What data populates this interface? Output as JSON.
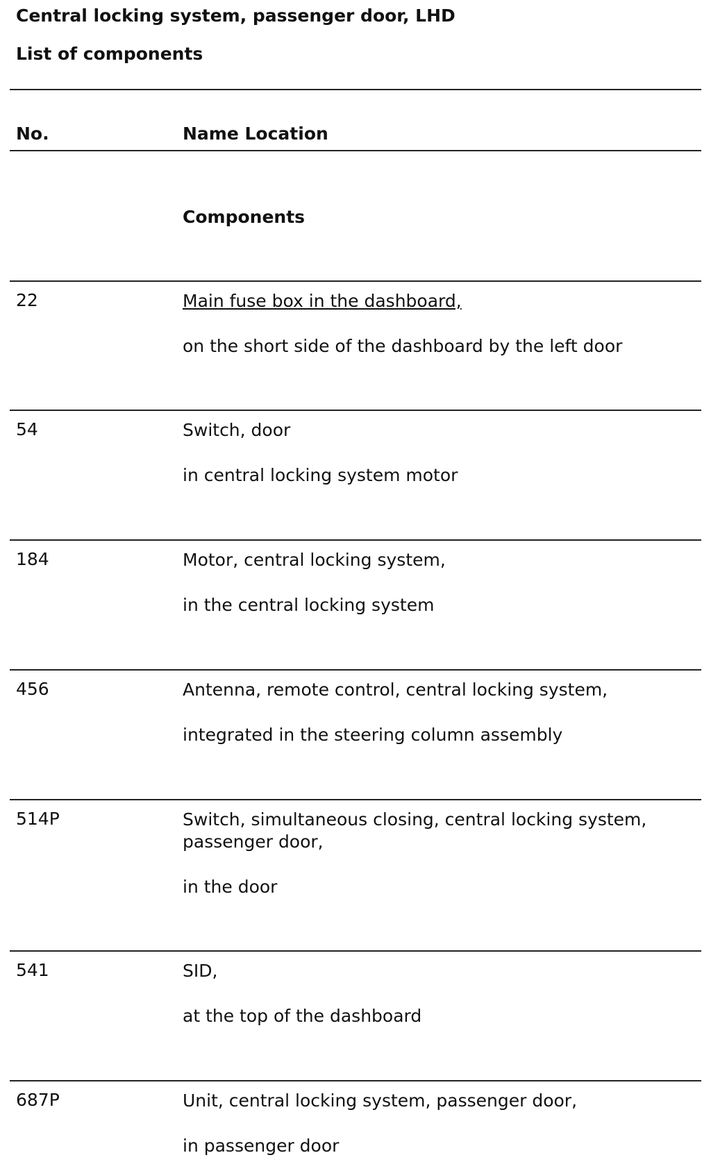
{
  "header": {
    "title": "Central locking system, passenger door, LHD",
    "subtitle": "List of components"
  },
  "table": {
    "col_no": "No.",
    "col_name_location": "Name Location",
    "section": "Components",
    "rows": [
      {
        "no": "22",
        "name": "Main fuse box in the dashboard,",
        "location": "on the short side of the dashboard by the left door",
        "link": true
      },
      {
        "no": "54",
        "name": "Switch, door",
        "location": "in central locking system motor",
        "link": false
      },
      {
        "no": "184",
        "name": "Motor, central locking system,",
        "location": "in the central locking system",
        "link": false
      },
      {
        "no": "456",
        "name": "Antenna, remote control, central locking system,",
        "location": "integrated in the steering column assembly",
        "link": false
      },
      {
        "no": "514P",
        "name": "Switch, simultaneous closing, central locking system, passenger door,",
        "location": "in the door",
        "link": false
      },
      {
        "no": "541",
        "name": "SID,",
        "location": "at the top of the dashboard",
        "link": false
      },
      {
        "no": "687P",
        "name": "Unit, central locking system, passenger door,",
        "location": "in passenger door",
        "link": false
      }
    ]
  }
}
